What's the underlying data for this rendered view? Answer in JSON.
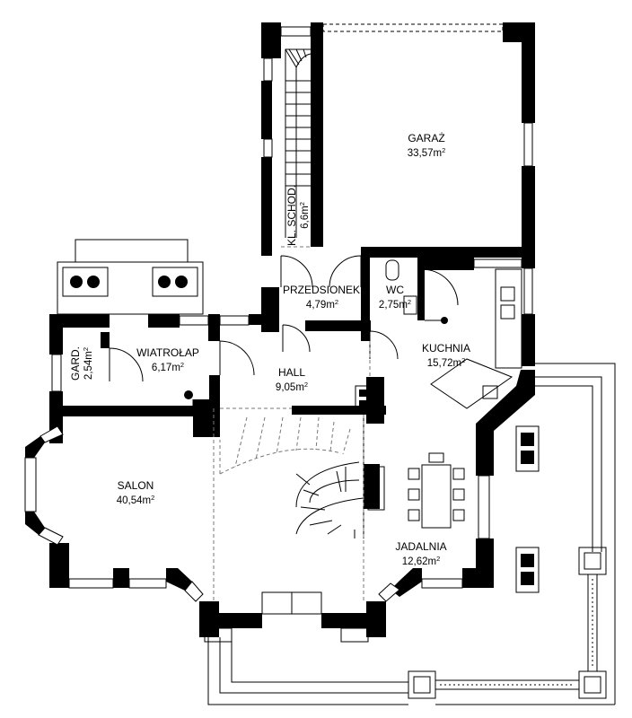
{
  "floor_plan": {
    "area_unit": "m",
    "area_unit_exponent": "2",
    "rooms": [
      {
        "id": "garaz",
        "name": "GARAŻ",
        "area": "33,57"
      },
      {
        "id": "kl-schod",
        "name": "KL. SCHOD.",
        "area": "6,6"
      },
      {
        "id": "przedsionek",
        "name": "PRZEDSIONEK",
        "area": "4,79"
      },
      {
        "id": "wc",
        "name": "WC",
        "area": "2,75"
      },
      {
        "id": "kuchnia",
        "name": "KUCHNIA",
        "area": "15,72"
      },
      {
        "id": "gard",
        "name": "GARD.",
        "area": "2,54"
      },
      {
        "id": "wiatrolap",
        "name": "WIATROŁAP",
        "area": "6,17"
      },
      {
        "id": "hall",
        "name": "HALL",
        "area": "9,05"
      },
      {
        "id": "salon",
        "name": "SALON",
        "area": "40,54"
      },
      {
        "id": "jadalnia",
        "name": "JADALNIA",
        "area": "12,62"
      }
    ],
    "colors": {
      "walls": "#000000",
      "lines": "#000000",
      "hidden_lines": "#777777",
      "background": "#ffffff"
    }
  }
}
